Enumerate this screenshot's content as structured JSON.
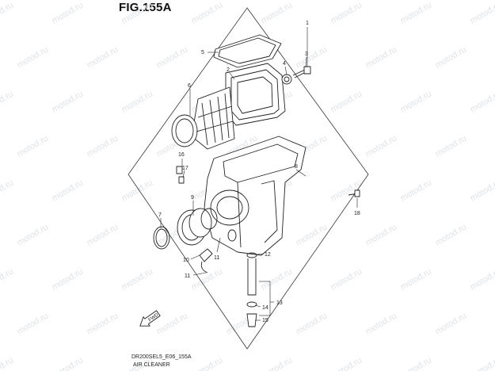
{
  "title": "FIG.155A",
  "watermark": "motod.ru",
  "caption": {
    "code": "DR200SEL5_E06_155A",
    "name": "AIR CLEANER"
  },
  "fwd_label": "FWD",
  "callouts": [
    {
      "id": "c1",
      "label": "1"
    },
    {
      "id": "c2",
      "label": "2"
    },
    {
      "id": "c3",
      "label": "3"
    },
    {
      "id": "c4",
      "label": "4"
    },
    {
      "id": "c5",
      "label": "5"
    },
    {
      "id": "c6",
      "label": "6"
    },
    {
      "id": "c7",
      "label": "7"
    },
    {
      "id": "c8",
      "label": "8"
    },
    {
      "id": "c9",
      "label": "9"
    },
    {
      "id": "c10",
      "label": "10"
    },
    {
      "id": "c11a",
      "label": "11"
    },
    {
      "id": "c11b",
      "label": "11"
    },
    {
      "id": "c12",
      "label": "12"
    },
    {
      "id": "c13",
      "label": "13"
    },
    {
      "id": "c14",
      "label": "14"
    },
    {
      "id": "c15",
      "label": "15"
    },
    {
      "id": "c16",
      "label": "16"
    },
    {
      "id": "c17",
      "label": "17"
    },
    {
      "id": "c18",
      "label": "18"
    }
  ],
  "colors": {
    "line": "#222222",
    "watermark": "#dfe3e6",
    "background": "#ffffff"
  }
}
